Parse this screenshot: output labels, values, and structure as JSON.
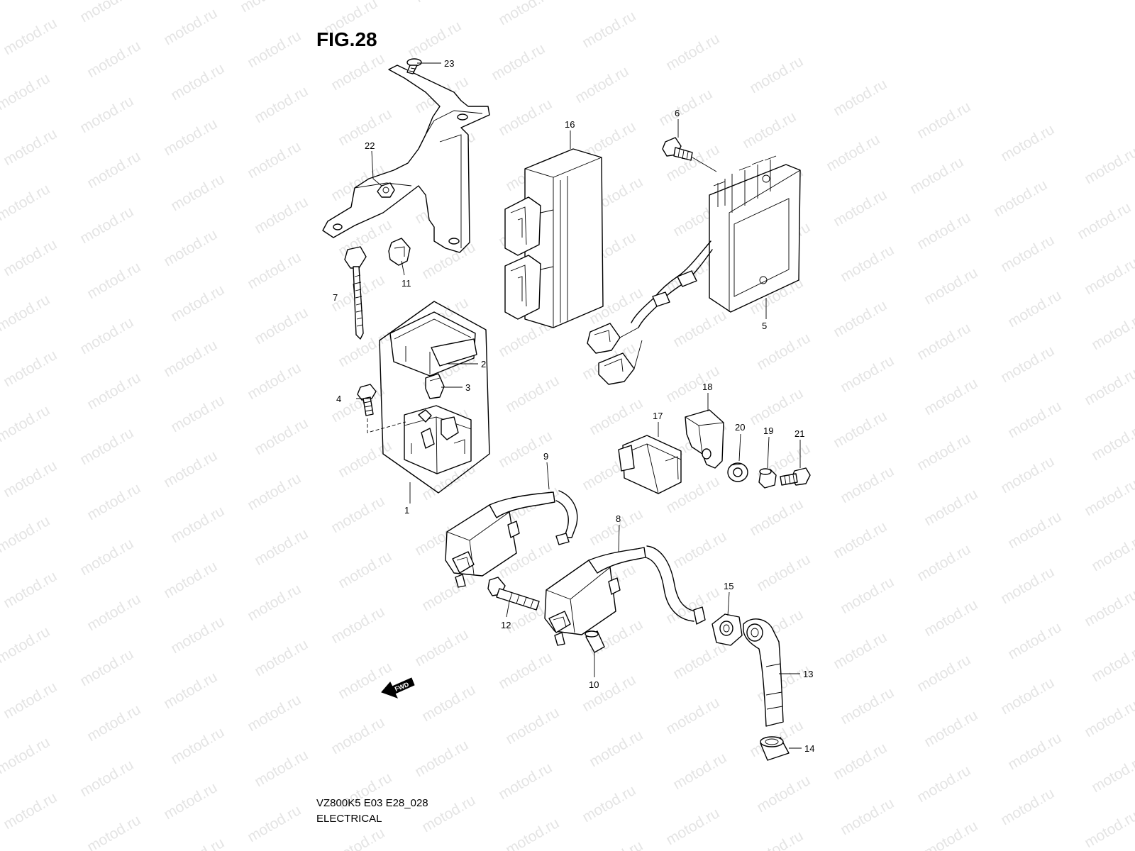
{
  "figure": {
    "title": "FIG.28",
    "model_code": "VZ800K5 E03 E28_028",
    "section": "ELECTRICAL",
    "watermark": "motod.ru",
    "fwd_label": "FWD"
  },
  "callouts": [
    {
      "id": "c1",
      "label": "1"
    },
    {
      "id": "c2",
      "label": "2"
    },
    {
      "id": "c3",
      "label": "3"
    },
    {
      "id": "c4",
      "label": "4"
    },
    {
      "id": "c5",
      "label": "5"
    },
    {
      "id": "c6",
      "label": "6"
    },
    {
      "id": "c7",
      "label": "7"
    },
    {
      "id": "c8",
      "label": "8"
    },
    {
      "id": "c9",
      "label": "9"
    },
    {
      "id": "c10",
      "label": "10"
    },
    {
      "id": "c11",
      "label": "11"
    },
    {
      "id": "c12",
      "label": "12"
    },
    {
      "id": "c13",
      "label": "13"
    },
    {
      "id": "c14",
      "label": "14"
    },
    {
      "id": "c15",
      "label": "15"
    },
    {
      "id": "c16",
      "label": "16"
    },
    {
      "id": "c17",
      "label": "17"
    },
    {
      "id": "c18",
      "label": "18"
    },
    {
      "id": "c19",
      "label": "19"
    },
    {
      "id": "c20",
      "label": "20"
    },
    {
      "id": "c21",
      "label": "21"
    },
    {
      "id": "c22",
      "label": "22"
    },
    {
      "id": "c23",
      "label": "23"
    }
  ],
  "colors": {
    "line": "#000000",
    "background": "#ffffff",
    "watermark": "#cfcfcf"
  }
}
